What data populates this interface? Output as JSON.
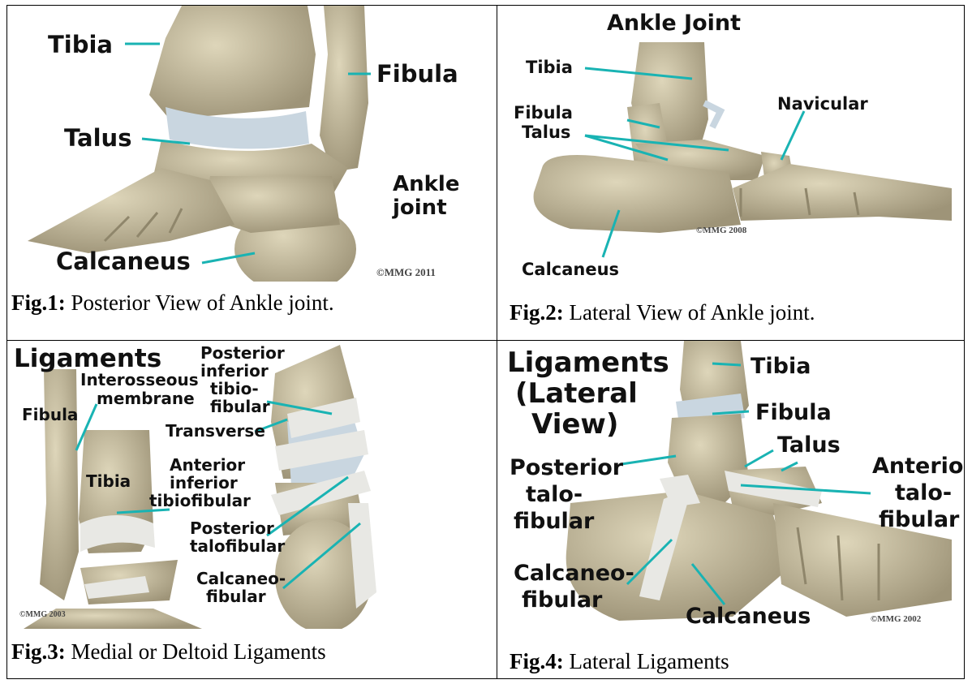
{
  "fig1": {
    "labels": {
      "tibia": "Tibia",
      "fibula": "Fibula",
      "talus": "Talus",
      "ankle1": "Ankle",
      "ankle2": "joint",
      "calcaneus": "Calcaneus"
    },
    "copyright": "©MMG 2011",
    "caption_num": "Fig.1:",
    "caption_text": " Posterior View of Ankle joint."
  },
  "fig2": {
    "title": "Ankle Joint",
    "labels": {
      "tibia": "Tibia",
      "fibula": "Fibula",
      "talus": "Talus",
      "navicular": "Navicular",
      "calcaneus": "Calcaneus"
    },
    "copyright": "©MMG 2008",
    "caption_num": "Fig.2:",
    "caption_text": " Lateral View of Ankle joint."
  },
  "fig3": {
    "labels": {
      "ligaments": "Ligaments",
      "interosseous1": "Interosseous",
      "interosseous2": "membrane",
      "fibula": "Fibula",
      "post1": "Posterior",
      "post2": "inferior",
      "post3": "tibio-",
      "post4": "fibular",
      "transverse": "Transverse",
      "tibia": "Tibia",
      "ant1": "Anterior",
      "ant2": "inferior",
      "ant3": "tibiofibular",
      "ptf1": "Posterior",
      "ptf2": "talofibular",
      "cf1": "Calcaneo-",
      "cf2": "fibular"
    },
    "copyright": "©MMG 2003",
    "caption_num": "Fig.3:",
    "caption_text": " Medial or Deltoid Ligaments"
  },
  "fig4": {
    "labels": {
      "title1": "Ligaments",
      "title2": "(Lateral",
      "title3": "View)",
      "tibia": "Tibia",
      "fibula": "Fibula",
      "talus": "Talus",
      "ptf1": "Posterior",
      "ptf2": "talo-",
      "ptf3": "fibular",
      "atf1": "Anterior",
      "atf2": "talo-",
      "atf3": "fibular",
      "cf1": "Calcaneo-",
      "cf2": "fibular",
      "calcaneus": "Calcaneus"
    },
    "copyright": "©MMG 2002",
    "caption_num": "Fig.4:",
    "caption_text": " Lateral Ligaments"
  },
  "colors": {
    "bone": "#cfc6a8",
    "bone_dark": "#a89e80",
    "cartilage": "#c9d6e0",
    "ligament": "#e8e8e4",
    "pointer": "#19b3b3"
  }
}
